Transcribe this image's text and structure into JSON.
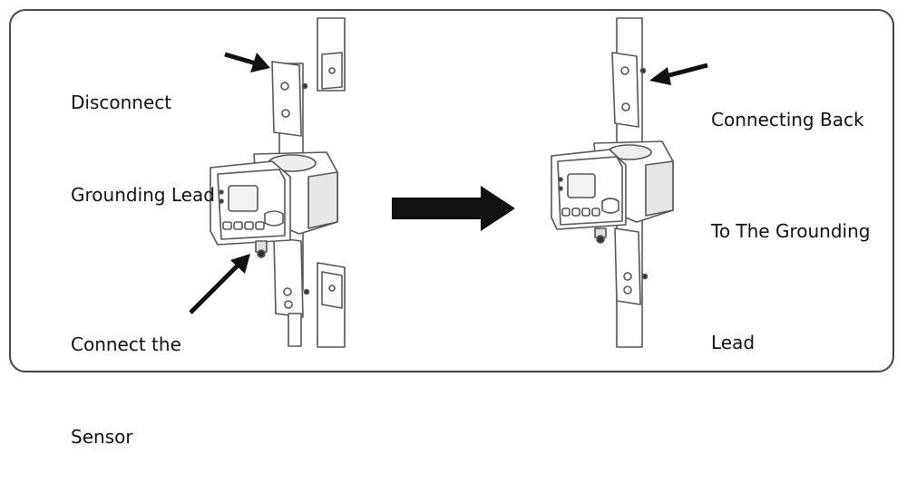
{
  "labels": {
    "disconnect": [
      "Disconnect",
      "Grounding Lead"
    ],
    "connect_sensor": [
      "Connect the",
      "Sensor"
    ],
    "connecting_back": [
      "Connecting Back",
      "To The Grounding",
      "Lead"
    ]
  },
  "colors": {
    "ink": "#1a1a1a",
    "line": "#555555",
    "face": "#ffffff",
    "shade": "#e6e6e6"
  }
}
